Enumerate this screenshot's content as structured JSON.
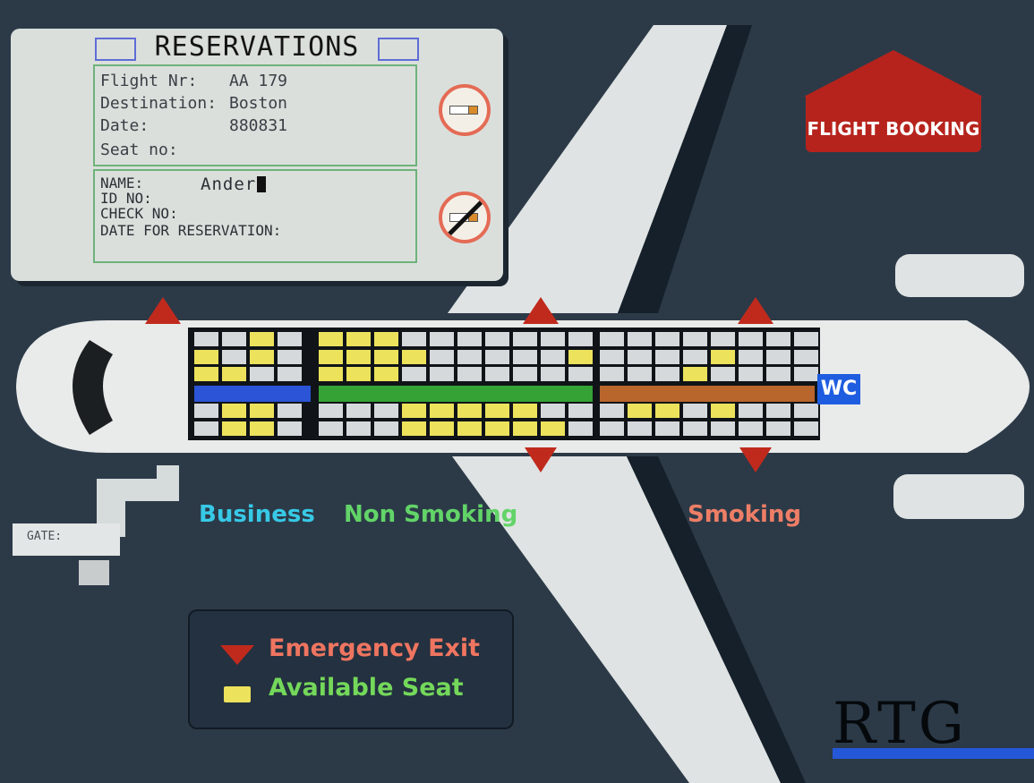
{
  "colors": {
    "background": "#2c3a48",
    "fuselage": "#e9ebea",
    "seat_available": "#ece25c",
    "seat_taken": "#d5d9dc",
    "seat_grid": "#101418",
    "exit_arrow": "#c02a1c",
    "aisle_business": "#2b55d6",
    "aisle_nonsmoking": "#34a235",
    "aisle_smoking": "#b8662c"
  },
  "reservations": {
    "title": "RESERVATIONS",
    "flight_label": "Flight Nr:",
    "flight_value": "AA 179",
    "destination_label": "Destination:",
    "destination_value": "Boston",
    "date_label": "Date:",
    "date_value": "880831",
    "seat_label": "Seat no:",
    "name_label": "NAME:",
    "name_value": "Ander",
    "id_label": "ID NO:",
    "check_label": "CHECK NO:",
    "reservation_date_label": "DATE FOR RESERVATION:",
    "smoking_icon": "smoking-icon",
    "nonsmoking_icon": "no-smoking-icon"
  },
  "flight_booking_button": {
    "label": "FLIGHT BOOKING"
  },
  "cabins": {
    "business": "Business",
    "nonsmoking": "Non Smoking",
    "smoking": "Smoking",
    "wc": "WC"
  },
  "gate_label": "GATE:",
  "legend": {
    "emergency_exit": "Emergency Exit",
    "available_seat": "Available Seat"
  },
  "logo": "RTG",
  "seat_map": {
    "rows": [
      "top-outer",
      "top-middle",
      "top-inner",
      "bottom-inner",
      "bottom-outer"
    ],
    "blocks": [
      {
        "cabin": "business",
        "columns": 4,
        "available": [
          [
            false,
            false,
            true,
            false
          ],
          [
            true,
            false,
            true,
            false
          ],
          [
            true,
            true,
            false,
            false
          ],
          [
            false,
            true,
            true,
            false
          ],
          [
            false,
            true,
            true,
            false
          ]
        ]
      },
      {
        "cabin": "nonsmoking",
        "columns": 10,
        "available": [
          [
            true,
            true,
            true,
            false,
            false,
            false,
            false,
            false,
            false,
            false
          ],
          [
            true,
            true,
            true,
            true,
            false,
            false,
            false,
            false,
            false,
            true
          ],
          [
            true,
            true,
            true,
            false,
            false,
            false,
            false,
            false,
            false,
            false
          ],
          [
            false,
            false,
            false,
            true,
            true,
            true,
            true,
            true,
            false,
            false
          ],
          [
            false,
            false,
            false,
            true,
            true,
            true,
            true,
            true,
            true,
            false
          ]
        ]
      },
      {
        "cabin": "smoking",
        "columns": 8,
        "available": [
          [
            false,
            false,
            false,
            false,
            false,
            false,
            false,
            false
          ],
          [
            false,
            false,
            false,
            false,
            true,
            false,
            false,
            false
          ],
          [
            false,
            false,
            false,
            true,
            false,
            false,
            false,
            false
          ],
          [
            false,
            true,
            true,
            false,
            true,
            false,
            false,
            false
          ],
          [
            false,
            false,
            false,
            false,
            false,
            false,
            false,
            false
          ]
        ]
      }
    ]
  }
}
